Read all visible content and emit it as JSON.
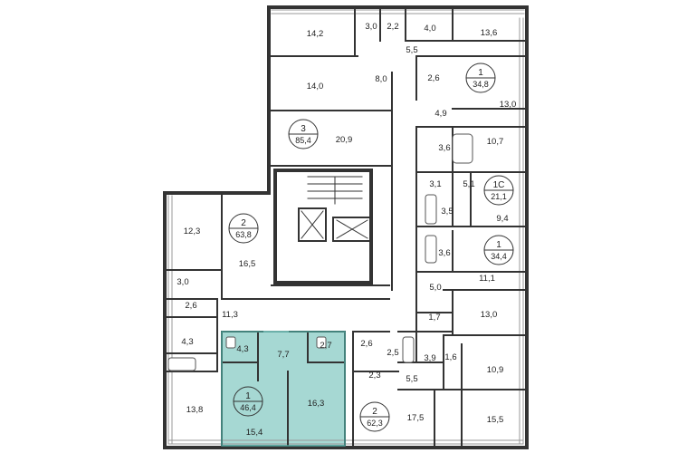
{
  "colors": {
    "wall": "#333333",
    "wall_light": "#999999",
    "highlight_fill": "#a6d8d3",
    "highlight_stroke": "#4a9c94",
    "background": "#ffffff"
  },
  "apartments": [
    {
      "number": "3",
      "total": "85,4"
    },
    {
      "number": "1",
      "total": "34,8"
    },
    {
      "number": "1С",
      "total": "21,1"
    },
    {
      "number": "2",
      "total": "63,8"
    },
    {
      "number": "1",
      "total": "34,4"
    },
    {
      "number": "1",
      "total": "46,4"
    },
    {
      "number": "2",
      "total": "62,3"
    }
  ],
  "room_areas": [
    "14,2",
    "3,0",
    "2,2",
    "4,0",
    "13,6",
    "5,5",
    "14,0",
    "8,0",
    "2,6",
    "13,0",
    "4,9",
    "20,9",
    "3,6",
    "10,7",
    "3,1",
    "5,1",
    "3,5",
    "9,4",
    "12,3",
    "16,5",
    "3,6",
    "11,1",
    "3,0",
    "2,6",
    "5,0",
    "11,3",
    "1,7",
    "13,0",
    "4,3",
    "4,3",
    "7,7",
    "2,7",
    "2,6",
    "2,5",
    "3,9",
    "1,6",
    "2,3",
    "5,5",
    "10,9",
    "16,3",
    "13,8",
    "17,5",
    "15,5",
    "15,4"
  ]
}
